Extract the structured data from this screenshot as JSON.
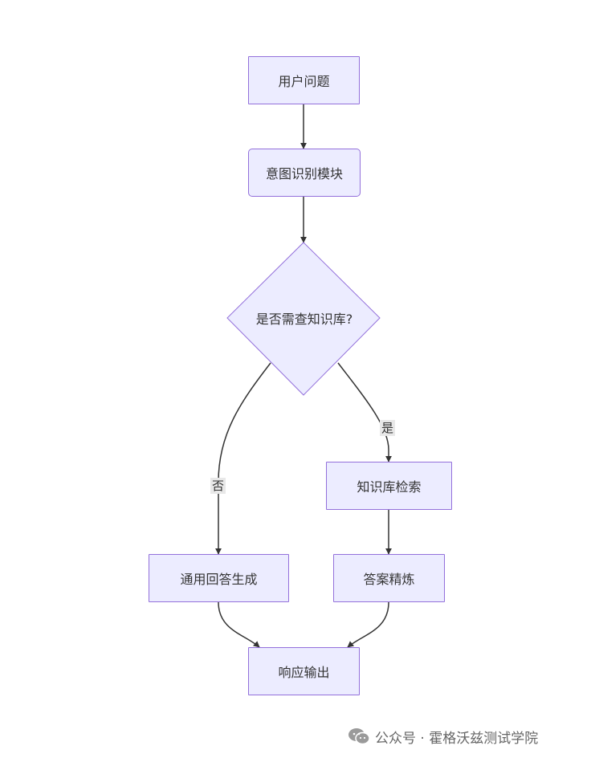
{
  "diagram": {
    "nodes": {
      "user_question": "用户问题",
      "intent_recognition": "意图识别模块",
      "decision": "是否需查知识库?",
      "kb_search": "知识库检索",
      "general_answer": "通用回答生成",
      "answer_refine": "答案精炼",
      "response_output": "响应输出"
    },
    "edge_labels": {
      "yes": "是",
      "no": "否"
    },
    "colors": {
      "node_fill": "#ececff",
      "node_stroke": "#9370db",
      "edge": "#333333",
      "edge_label_bg": "#e8e8e8"
    }
  },
  "watermark": {
    "text": "公众号 · 霍格沃兹测试学院",
    "icon": "wechat-icon"
  }
}
